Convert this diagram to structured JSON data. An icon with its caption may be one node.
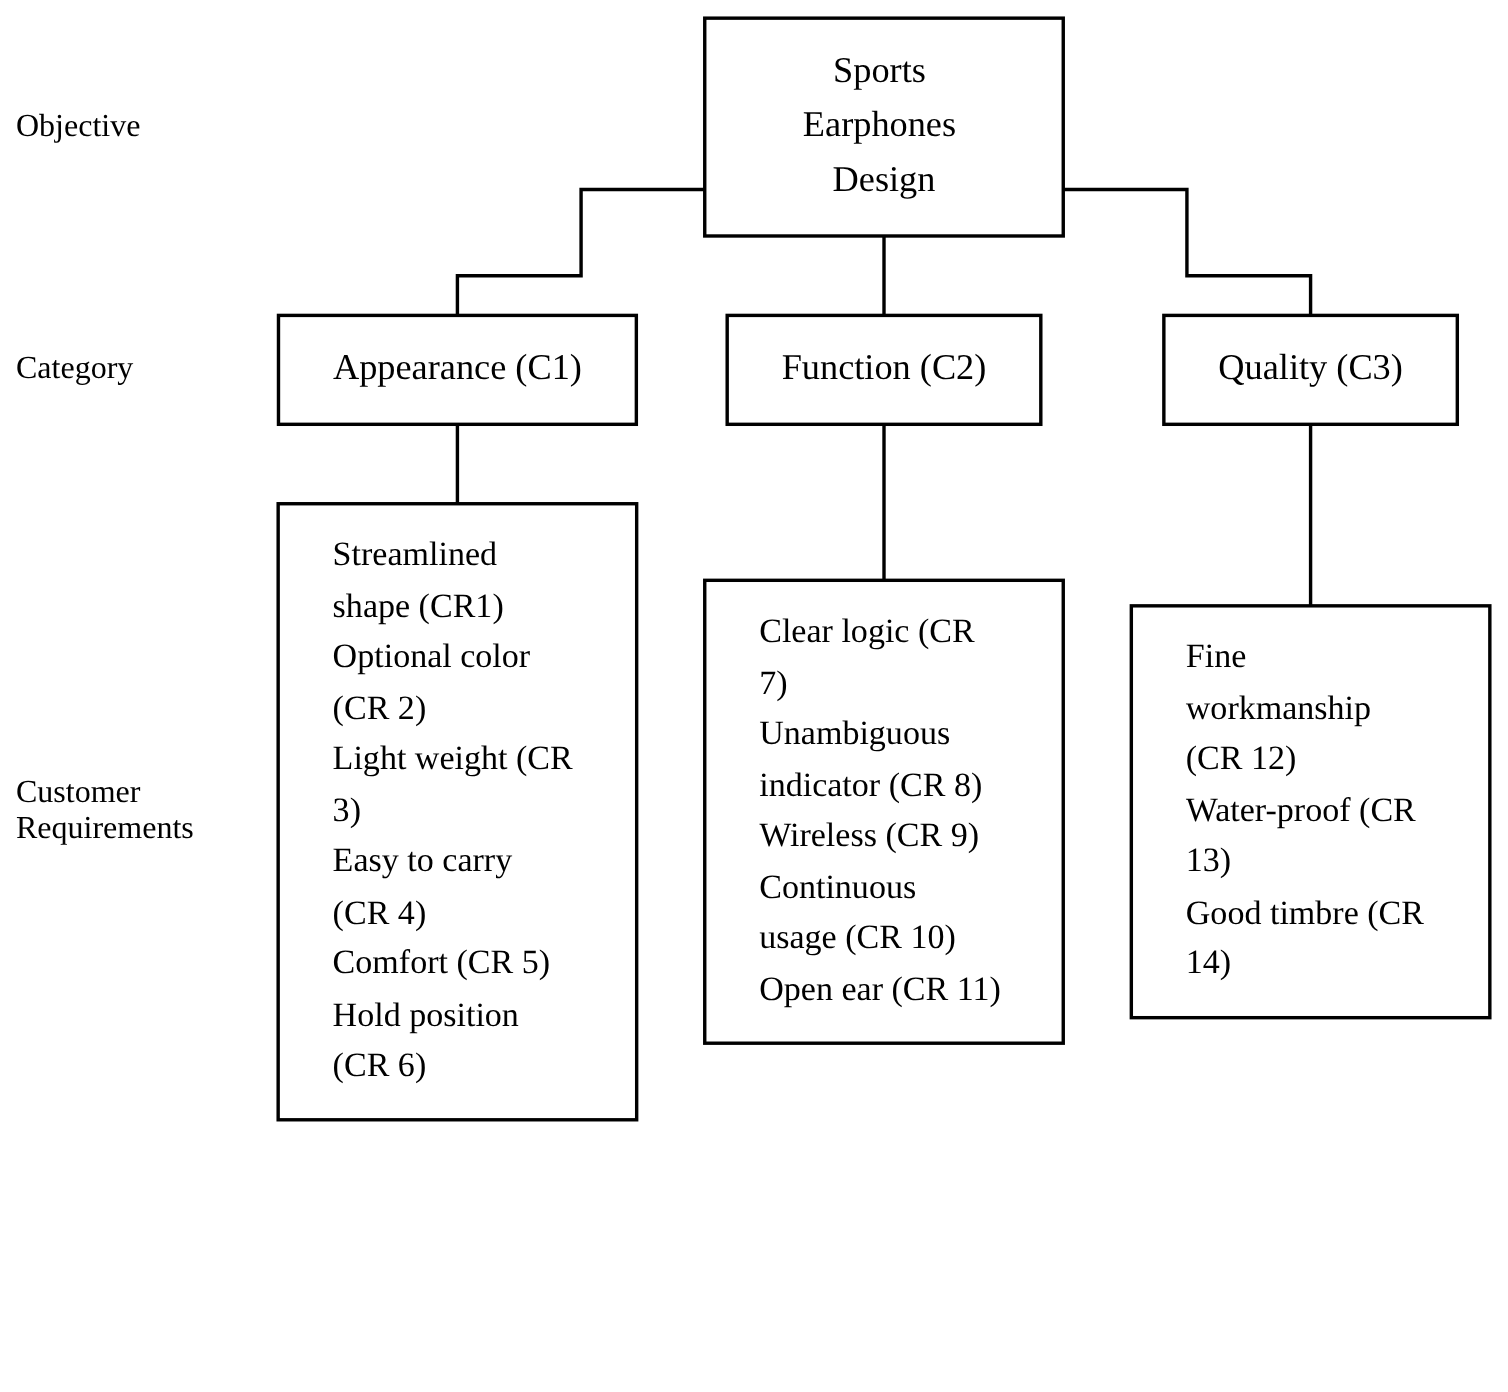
{
  "diagram": {
    "nodes": [
      {
        "text": [
          "Sports Earphones Design"
        ]
      },
      {
        "text": [
          "Appearance (C1)"
        ]
      },
      {
        "text": [
          "Function (C2)"
        ]
      },
      {
        "text": [
          "Quality (C3)"
        ]
      },
      {
        "text": [
          "Streamlined shape (CR1)",
          "Optional color (CR 2)",
          "Light weight (CR 3)",
          "Easy to carry (CR 4)",
          "Comfort (CR 5)",
          "Hold position (CR 6)"
        ]
      },
      {
        "text": [
          "Clear logic (CR 7)",
          "Unambiguous indicator (CR 8)",
          "Wireless (CR 9)",
          "Continuous usage (CR 10)",
          "Open ear (CR 11)"
        ]
      },
      {
        "text": [
          "Fine workmanship (CR 12)",
          "Water-proof (CR 13)",
          "Good timbre (CR 14)"
        ]
      }
    ],
    "edges": [
      {
        "from": 0,
        "to": 1,
        "arrow": "none"
      },
      {
        "from": 0,
        "to": 2,
        "arrow": "none"
      },
      {
        "from": 0,
        "to": 3,
        "arrow": "none"
      },
      {
        "from": 1,
        "to": 4,
        "arrow": "none"
      },
      {
        "from": 2,
        "to": 5,
        "arrow": "none"
      },
      {
        "from": 3,
        "to": 6,
        "arrow": "none"
      }
    ],
    "labels": [
      "Objective",
      "Category",
      "Customer Requirements"
    ]
  }
}
